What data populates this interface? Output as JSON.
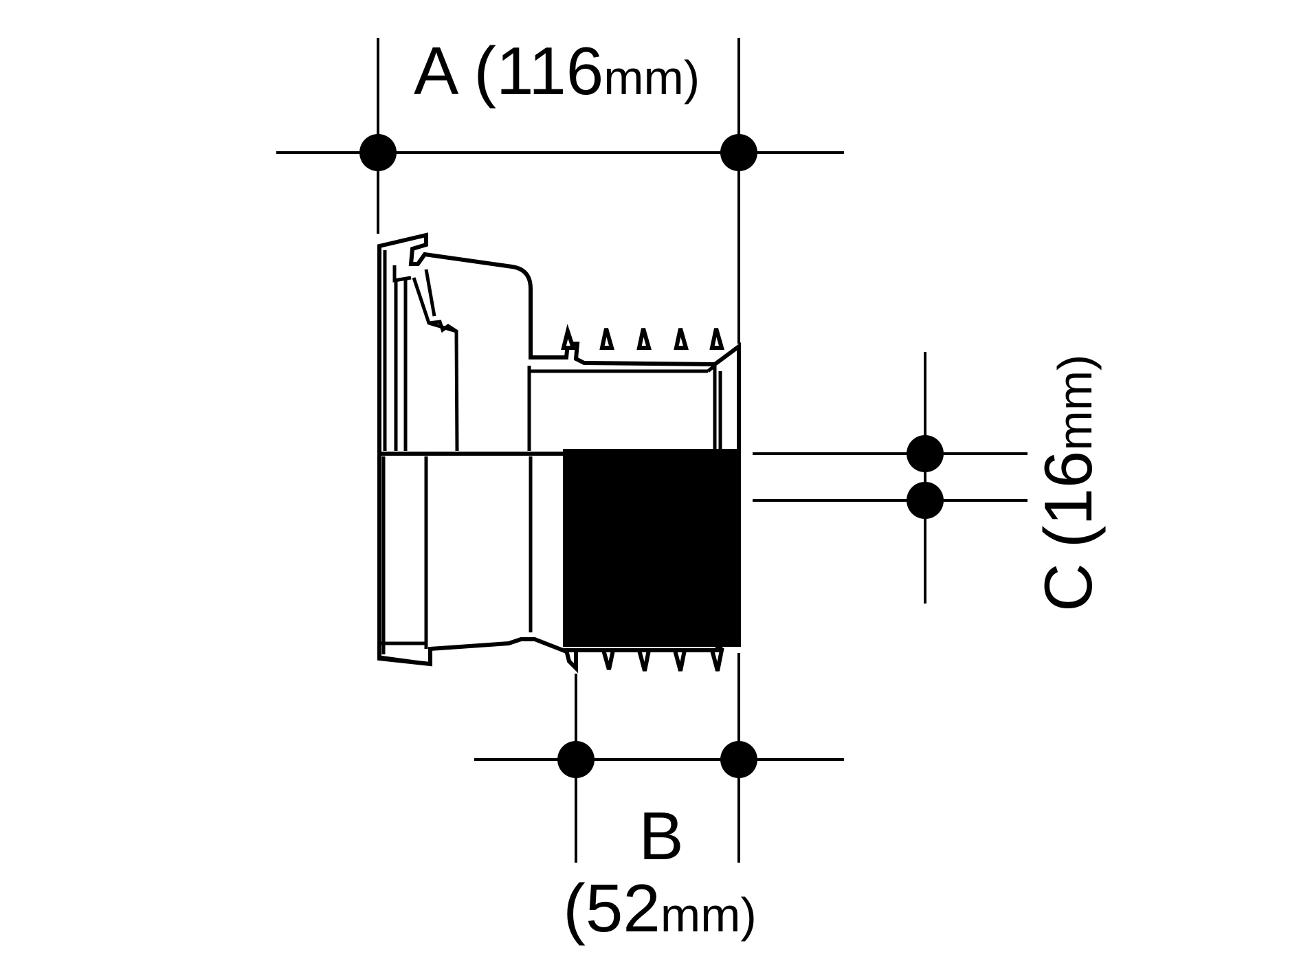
{
  "dimensions": {
    "a": {
      "letter": "A",
      "value": "(116",
      "unit": "mm)"
    },
    "b": {
      "letter": "B",
      "value": "(52",
      "unit": "mm)"
    },
    "c": {
      "letter": "C",
      "value": "(16",
      "unit": "mm)"
    }
  },
  "colors": {
    "ink": "#000000",
    "paper": "#ffffff"
  }
}
